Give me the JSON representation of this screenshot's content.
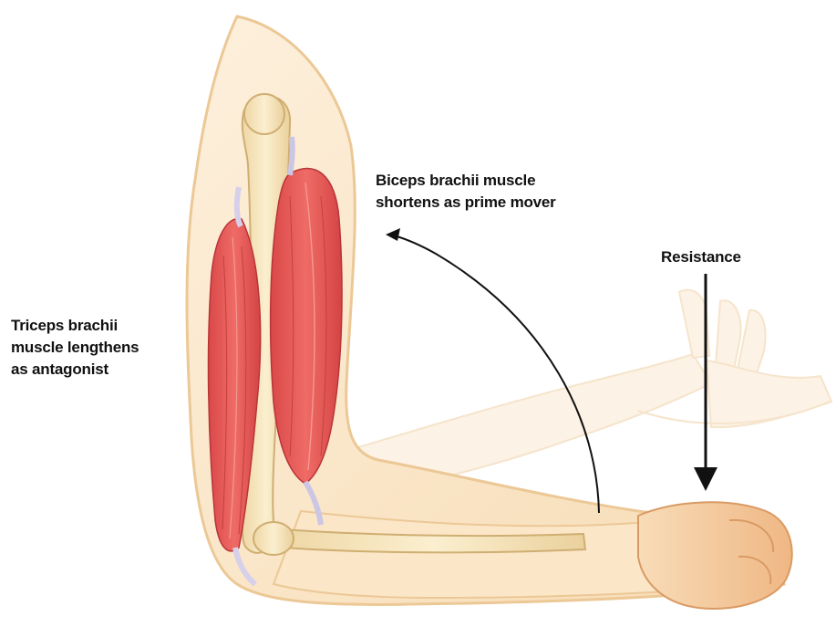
{
  "labels": {
    "triceps": {
      "lines": [
        "Triceps brachii",
        "muscle lengthens",
        "as antagonist"
      ]
    },
    "biceps": {
      "lines": [
        "Biceps brachii muscle",
        "shortens as prime mover"
      ]
    },
    "resistance": "Resistance"
  },
  "colors": {
    "skin": "#fbe6c8",
    "skin_outline": "#e9c79a",
    "muscle": "#e65a5a",
    "muscle_dark": "#c93f42",
    "tendon": "#d8d4ea",
    "bone": "#f3dfb3",
    "arrow": "#111111"
  }
}
